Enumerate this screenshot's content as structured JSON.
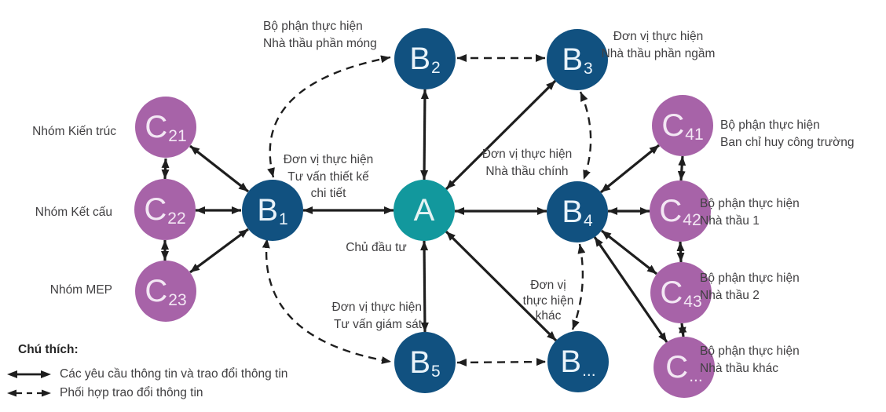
{
  "diagram_title": "",
  "colors": {
    "node_blue": "#115180",
    "node_teal": "#12989d",
    "node_purple": "#a763a8",
    "arrow": "#1e1e1e",
    "label_text": "#414042"
  },
  "nodes": {
    "a": {
      "letter": "A",
      "sub": ""
    },
    "b1": {
      "letter": "B",
      "sub": "1"
    },
    "b2": {
      "letter": "B",
      "sub": "2"
    },
    "b3": {
      "letter": "B",
      "sub": "3"
    },
    "b4": {
      "letter": "B",
      "sub": "4"
    },
    "b5": {
      "letter": "B",
      "sub": "5"
    },
    "bx": {
      "letter": "B",
      "sub": "..."
    },
    "c21": {
      "letter": "C",
      "sub": "21"
    },
    "c22": {
      "letter": "C",
      "sub": "22"
    },
    "c23": {
      "letter": "C",
      "sub": "23"
    },
    "c41": {
      "letter": "C",
      "sub": "41"
    },
    "c42": {
      "letter": "C",
      "sub": "42"
    },
    "c43": {
      "letter": "C",
      "sub": "43"
    },
    "cx": {
      "letter": "C",
      "sub": "..."
    }
  },
  "labels": {
    "b2": {
      "l1": "Bộ phận thực hiện",
      "l2": "Nhà thầu phần móng"
    },
    "b3": {
      "l1": "Đơn vị thực hiện",
      "l2": "Nhà thầu phần ngầm"
    },
    "b1": {
      "l1": "Đơn vị thực hiện",
      "l2": "Tư vấn thiết kế",
      "l3": "chi tiết"
    },
    "a": {
      "l1": "Chủ đầu tư"
    },
    "b4": {
      "l1": "Đơn vị thực hiện",
      "l2": "Nhà thầu chính"
    },
    "b5": {
      "l1": "Đơn vị thực hiện",
      "l2": "Tư vấn giám sát"
    },
    "bx": {
      "l1": "Đơn vị",
      "l2": "thực hiện",
      "l3": "khác"
    },
    "c21": {
      "l1": "Nhóm Kiến trúc"
    },
    "c22": {
      "l1": "Nhóm Kết cấu"
    },
    "c23": {
      "l1": "Nhóm MEP"
    },
    "c41": {
      "l1": "Bộ phận thực hiện",
      "l2": "Ban chỉ huy công trường"
    },
    "c42": {
      "l1": "Bộ phận thực hiện",
      "l2": "Nhà thầu 1"
    },
    "c43": {
      "l1": "Bộ phận thực hiện",
      "l2": "Nhà thầu 2"
    },
    "cx": {
      "l1": "Bộ phận thực hiện",
      "l2": "Nhà thầu khác"
    }
  },
  "legend": {
    "title": "Chú thích:",
    "items": [
      {
        "style": "solid",
        "label": "Các yêu cầu thông tin và trao đổi thông tin"
      },
      {
        "style": "dashed",
        "label": "Phối hợp trao đổi thông tin"
      }
    ]
  }
}
